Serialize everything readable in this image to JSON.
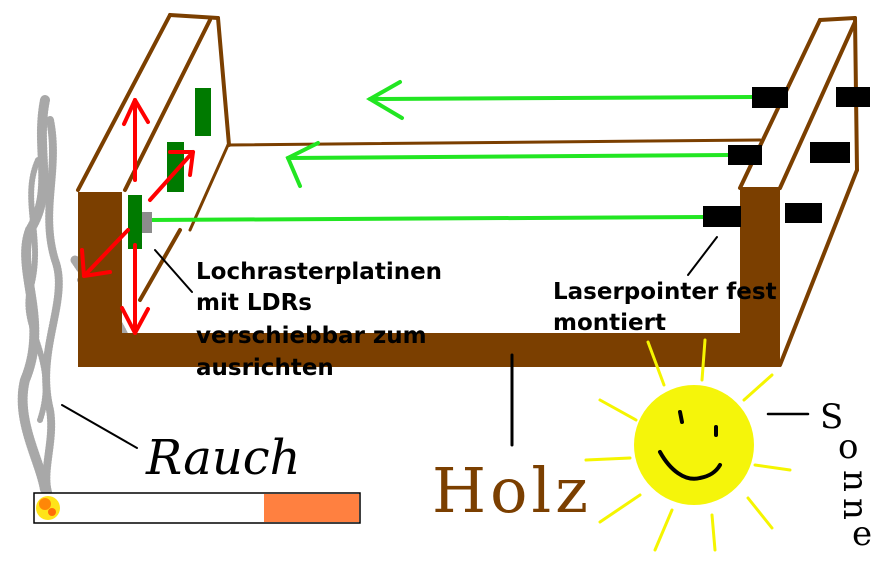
{
  "labels": {
    "ldr_boards": [
      "Lochrasterplatinen",
      "mit LDRs",
      "verschiebbar zum",
      "ausrichten"
    ],
    "laser": [
      "Laserpointer fest",
      "montiert"
    ],
    "wood": "Holz",
    "smoke": "Rauch",
    "sun": "Sonne",
    "sun_letters": [
      "S",
      "o",
      "n",
      "n",
      "e"
    ]
  },
  "colors": {
    "wood": "#7b3f00",
    "wood_outline": "#7b3f00",
    "laser_beam": "#22e622",
    "arrow": "#ff0000",
    "ldr_board": "#007a00",
    "laser_body": "#000000",
    "sun_fill": "#f5f50a",
    "sun_rays": "#f5f500",
    "smoke": "#a0a0a0",
    "cigarette_filter": "#ff8040"
  }
}
